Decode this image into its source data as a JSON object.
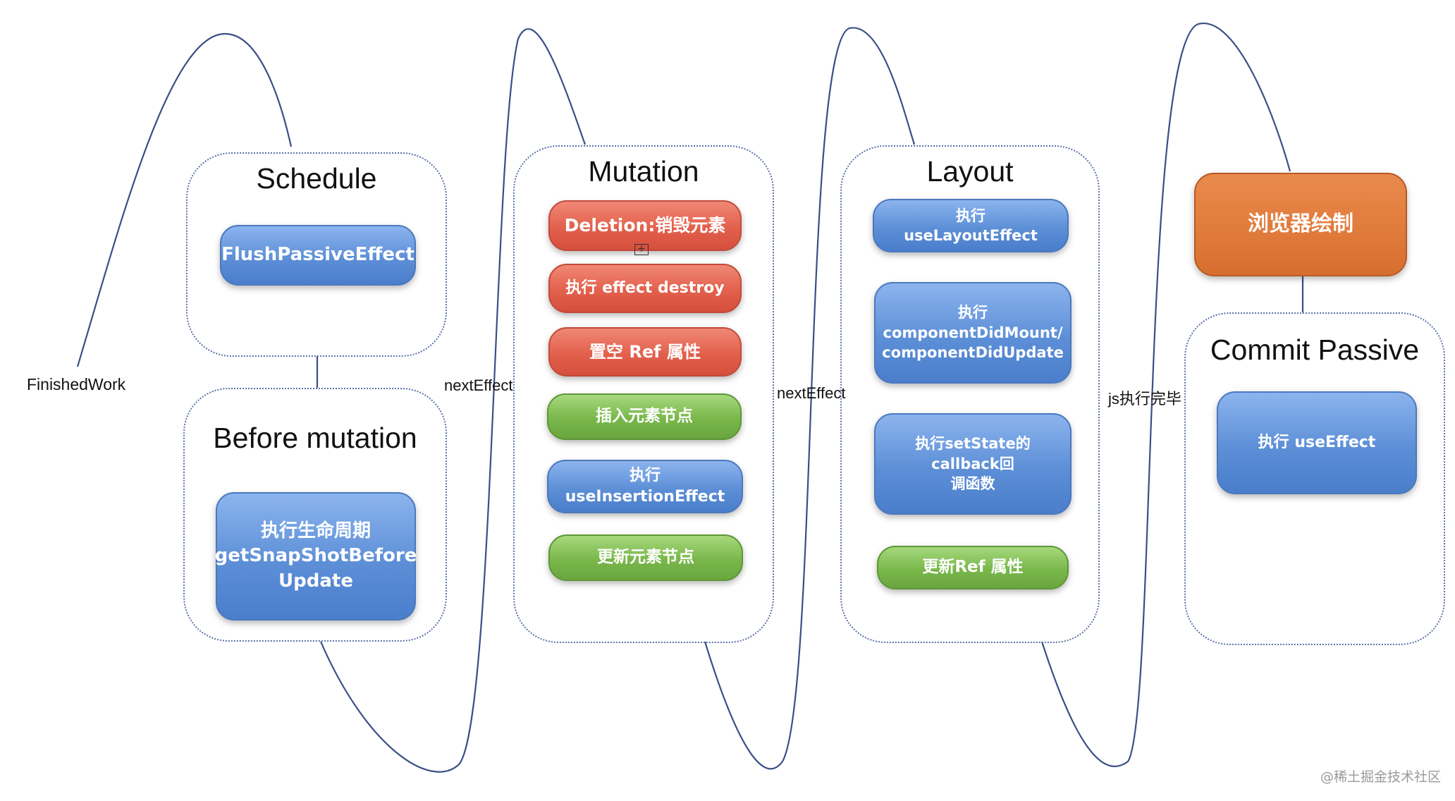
{
  "panels": {
    "schedule": {
      "title": "Schedule",
      "nodes": [
        "FlushPassiveEffect"
      ]
    },
    "before_mutation": {
      "title": "Before mutation",
      "nodes": [
        [
          "执行生命周期",
          "getSnapShotBefore",
          "Update"
        ]
      ]
    },
    "mutation": {
      "title": "Mutation",
      "nodes": [
        "Deletion:销毁元素",
        "执行 effect destroy",
        "置空 Ref 属性",
        "插入元素节点",
        [
          "执行",
          "useInsertionEffect"
        ],
        "更新元素节点"
      ]
    },
    "layout": {
      "title": "Layout",
      "nodes": [
        [
          "执行",
          "useLayoutEffect"
        ],
        [
          "执行",
          "componentDidMount/",
          "componentDidUpdate"
        ],
        [
          "执行setState的callback回",
          "调函数"
        ],
        "更新Ref 属性"
      ]
    },
    "browser_paint": {
      "label": "浏览器绘制"
    },
    "commit_passive": {
      "title": "Commit Passive",
      "nodes": [
        "执行 useEffect"
      ]
    }
  },
  "edge_labels": {
    "finished_work": "FinishedWork",
    "next_effect_1": "nextEffect",
    "next_effect_2": "nextEffect",
    "js_done": "js执行完毕"
  },
  "watermark": "@稀土掘金技术社区",
  "colors": {
    "blue_node": "#5d8fd7",
    "red_node": "#e2604c",
    "green_node": "#79b74b",
    "orange_node": "#e07a3a",
    "panel_border": "#5a72a8",
    "connector": "#3b4f86"
  },
  "icons": {
    "expand": "expand-box-icon"
  }
}
